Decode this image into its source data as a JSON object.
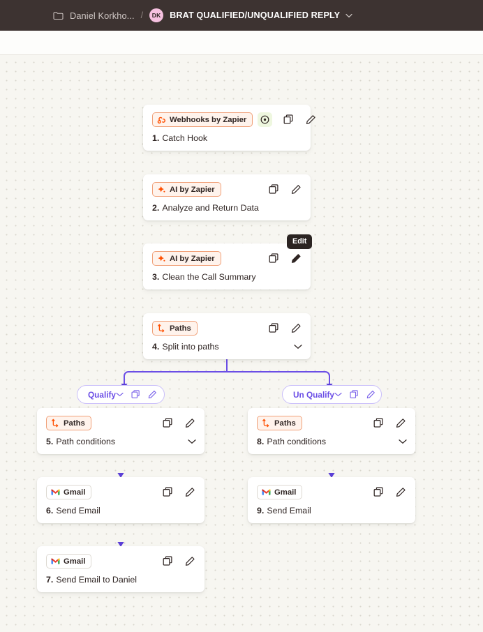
{
  "topbar": {
    "folder_icon": "folder-icon",
    "owner": "Daniel Korkho...",
    "separator": "/",
    "avatar_initials": "DK",
    "zap_title": "BRAT QUALIFIED/UNQUALIFIED REPLY",
    "caret_icon": "chevron-down-icon"
  },
  "tooltip": {
    "text": "Edit"
  },
  "colors": {
    "header_bg": "#3d3331",
    "canvas_bg": "#f7f6f1",
    "accent_orange": "#f0a078",
    "accent_purple": "#6b4ee6",
    "avatar_pink": "#f6c1e0",
    "run_green": "#eef7df"
  },
  "icons": {
    "duplicate": "duplicate-icon",
    "edit": "pencil-icon",
    "expand": "chevron-down-icon",
    "run": "play-circle-icon"
  },
  "nodes": [
    {
      "app": "Webhooks by Zapier",
      "app_icon": "webhooks-icon",
      "num": "1.",
      "title": "Catch Hook",
      "has_run": true,
      "has_caret": false
    },
    {
      "app": "AI by Zapier",
      "app_icon": "ai-icon",
      "num": "2.",
      "title": "Analyze and Return Data",
      "has_run": false,
      "has_caret": false
    },
    {
      "app": "AI by Zapier",
      "app_icon": "ai-icon",
      "num": "3.",
      "title": "Clean the Call Summary",
      "has_run": false,
      "has_caret": false
    },
    {
      "app": "Paths",
      "app_icon": "paths-icon",
      "num": "4.",
      "title": "Split into paths",
      "has_run": false,
      "has_caret": true
    },
    {
      "app": "Paths",
      "app_icon": "paths-icon",
      "num": "5.",
      "title": "Path conditions",
      "has_run": false,
      "has_caret": true
    },
    {
      "app": "Gmail",
      "app_icon": "gmail-icon",
      "num": "6.",
      "title": "Send Email",
      "has_run": false,
      "has_caret": false
    },
    {
      "app": "Gmail",
      "app_icon": "gmail-icon",
      "num": "7.",
      "title": "Send Email to Daniel",
      "has_run": false,
      "has_caret": false
    },
    {
      "app": "Paths",
      "app_icon": "paths-icon",
      "num": "8.",
      "title": "Path conditions",
      "has_run": false,
      "has_caret": true
    },
    {
      "app": "Gmail",
      "app_icon": "gmail-icon",
      "num": "9.",
      "title": "Send Email",
      "has_run": false,
      "has_caret": false
    }
  ],
  "paths": [
    {
      "label": "Qualify"
    },
    {
      "label": "Un Qualify"
    }
  ]
}
